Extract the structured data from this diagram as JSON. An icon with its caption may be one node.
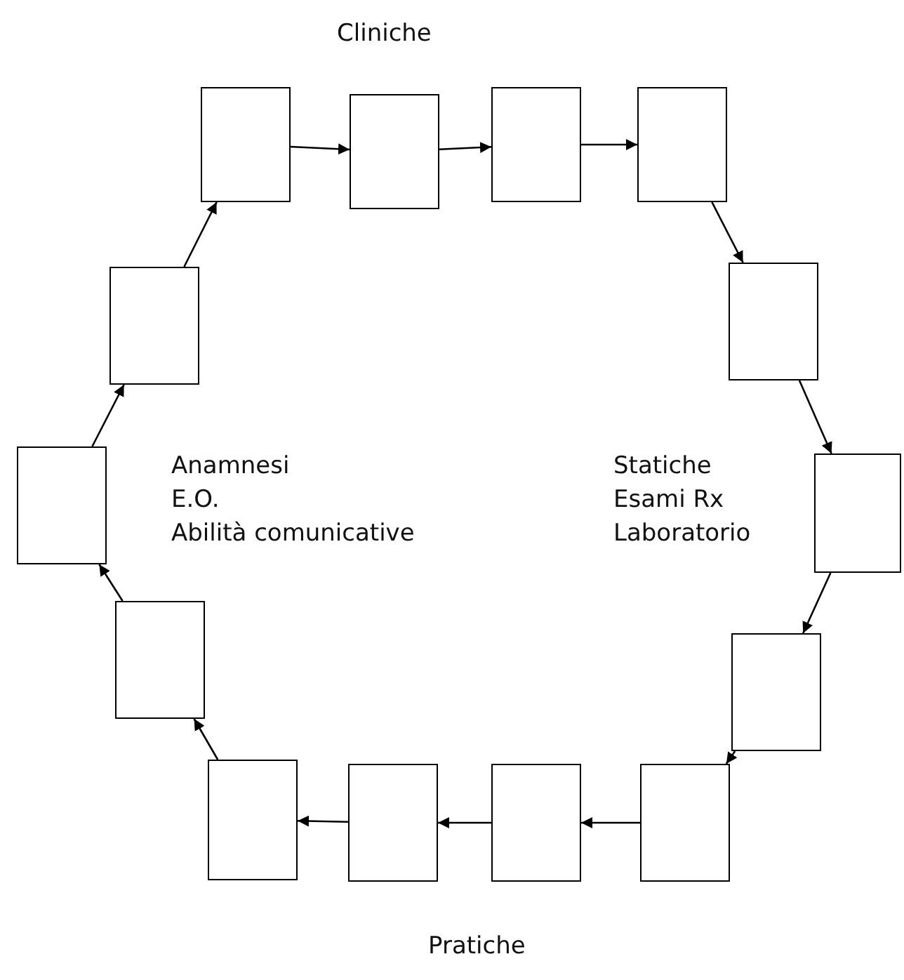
{
  "diagram": {
    "nodes": [
      {
        "text": [],
        "shape": "box"
      },
      {
        "text": [],
        "shape": "box"
      },
      {
        "text": [],
        "shape": "box"
      },
      {
        "text": [],
        "shape": "box"
      },
      {
        "text": [],
        "shape": "box"
      },
      {
        "text": [],
        "shape": "box"
      },
      {
        "text": [],
        "shape": "box"
      },
      {
        "text": [],
        "shape": "box"
      },
      {
        "text": [],
        "shape": "box"
      },
      {
        "text": [],
        "shape": "box"
      },
      {
        "text": [],
        "shape": "box"
      },
      {
        "text": [],
        "shape": "box"
      },
      {
        "text": [],
        "shape": "box"
      },
      {
        "text": [],
        "shape": "box"
      }
    ],
    "edges": [
      {
        "from": 0,
        "to": 1,
        "arrow": "to"
      },
      {
        "from": 1,
        "to": 2,
        "arrow": "to"
      },
      {
        "from": 2,
        "to": 3,
        "arrow": "to"
      },
      {
        "from": 3,
        "to": 4,
        "arrow": "to"
      },
      {
        "from": 4,
        "to": 5,
        "arrow": "to"
      },
      {
        "from": 5,
        "to": 6,
        "arrow": "to"
      },
      {
        "from": 6,
        "to": 7,
        "arrow": "to"
      },
      {
        "from": 7,
        "to": 8,
        "arrow": "to"
      },
      {
        "from": 8,
        "to": 9,
        "arrow": "to"
      },
      {
        "from": 9,
        "to": 10,
        "arrow": "to"
      },
      {
        "from": 10,
        "to": 11,
        "arrow": "to"
      },
      {
        "from": 11,
        "to": 12,
        "arrow": "to"
      },
      {
        "from": 12,
        "to": 13,
        "arrow": "to"
      },
      {
        "from": 13,
        "to": 0,
        "arrow": "to"
      }
    ],
    "labels": [
      "Cliniche",
      "Anamnesi",
      "E.O.",
      "Abilità comunicative",
      "Statiche",
      "Esami Rx",
      "Laboratorio",
      "Pratiche"
    ]
  }
}
